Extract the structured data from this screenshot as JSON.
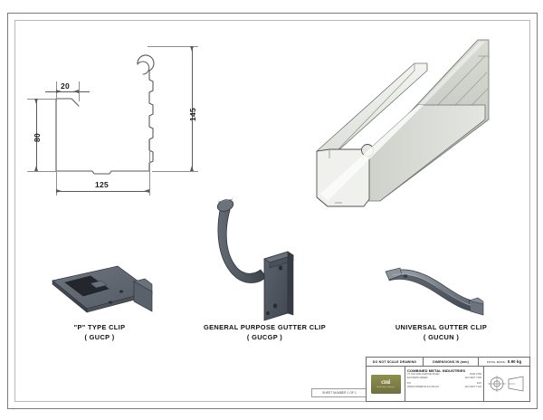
{
  "drawing": {
    "profile_dimensions": {
      "width_total": "125",
      "height_left": "80",
      "height_right": "145",
      "lip_width": "20"
    },
    "parts": [
      {
        "name": "\"P\" TYPE CLIP",
        "code": "( GUCP )"
      },
      {
        "name": "GENERAL PURPOSE GUTTER CLIP",
        "code": "( GUCGP )"
      },
      {
        "name": "UNIVERSAL GUTTER CLIP",
        "code": "( GUCUN )"
      }
    ],
    "sheet_number": "SHEET NUMBER 1 OF 1"
  },
  "title_block": {
    "note_do_not_scale": "DO NOT SCALE DRAWING",
    "units": "DIMENSIONS IN (mm)",
    "mass_label": "TOTAL MASS:",
    "mass_value": "0.90 kg",
    "company": "COMBINED METAL INDUSTRIES",
    "address_line1": "37 OLD WALLGROVE ROAD",
    "address_line2": "EASTERN CREEK",
    "address_line3": "NSW 2766",
    "phone_label": "PH",
    "phone_value": "(02) 9307 7100",
    "fax_label": "FAX",
    "fax_value": "(02) 9307 7144",
    "web": "WWW.CMIMETALS.COM.AU",
    "logo_text": "cmi",
    "logo_tagline": "Australian Owned"
  },
  "colors": {
    "line": "#5a5a5a",
    "thin_line": "#8e8e8e",
    "frame": "#7a7a7a",
    "clip_dark": "#5b616b",
    "clip_mid": "#7d838c",
    "metal_light": "#e9ebe6",
    "metal_mid": "#c9ccc4",
    "metal_dark": "#a8aca4",
    "logo_green": "#7f8047"
  }
}
